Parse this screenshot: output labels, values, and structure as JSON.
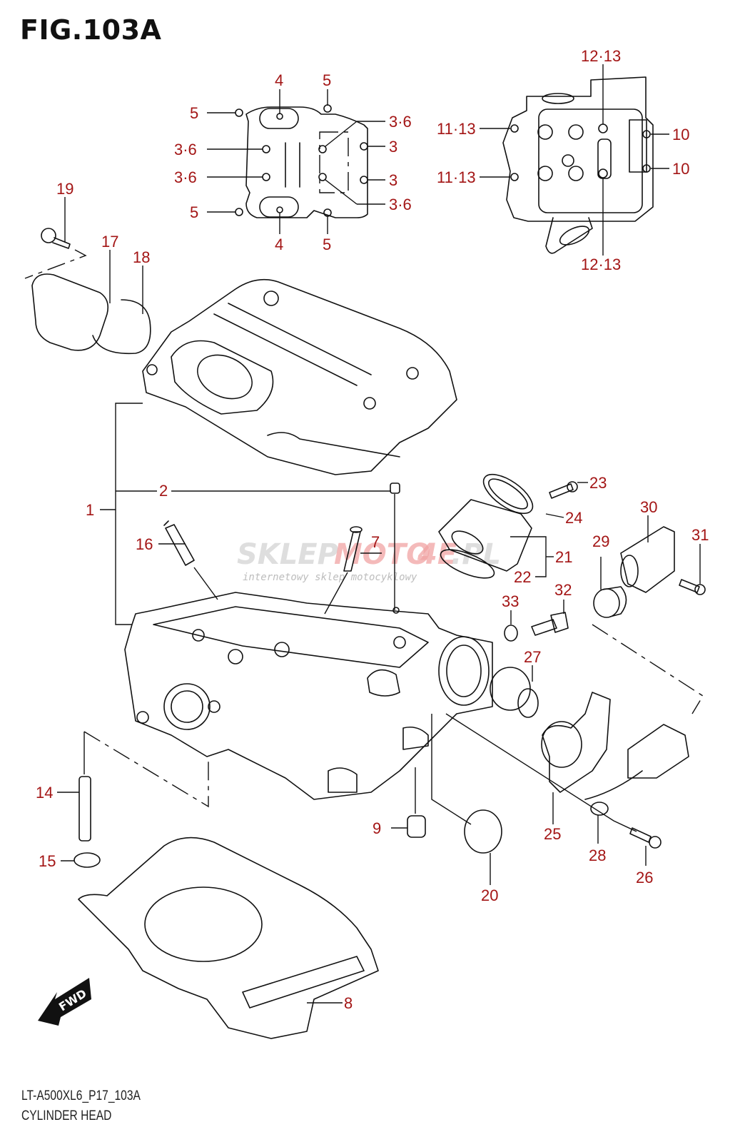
{
  "figure": {
    "title": "FIG.103A",
    "code": "LT-A500XL6_P17_103A",
    "name": "CYLINDER HEAD",
    "fwd_label": "FWD",
    "watermark": {
      "brand_a": "SKLEP",
      "brand_b": "MOTO",
      "brand_c": "4E",
      "brand_d": ".PL",
      "tagline": "internetowy sklep motocyklowy"
    },
    "label_color": "#a31515"
  },
  "callouts": {
    "c1": "1",
    "c2": "2",
    "c7": "7",
    "c8": "8",
    "c9": "9",
    "c14": "14",
    "c15": "15",
    "c16": "16",
    "c17": "17",
    "c18": "18",
    "c19": "19",
    "c20": "20",
    "c21": "21",
    "c22": "22",
    "c23": "23",
    "c24": "24",
    "c25": "25",
    "c26": "26",
    "c27": "27",
    "c28": "28",
    "c29": "29",
    "c30": "30",
    "c31": "31",
    "c32": "32",
    "c33": "33"
  },
  "inset_top": {
    "labels": [
      {
        "id": "4-top",
        "text": "4"
      },
      {
        "id": "5-top",
        "text": "5"
      },
      {
        "id": "5-left-top",
        "text": "5"
      },
      {
        "id": "36-right-top",
        "text": "3·6"
      },
      {
        "id": "36-left-1",
        "text": "3·6"
      },
      {
        "id": "3-right-1",
        "text": "3"
      },
      {
        "id": "36-left-2",
        "text": "3·6"
      },
      {
        "id": "3-right-2",
        "text": "3"
      },
      {
        "id": "5-left-bottom",
        "text": "5"
      },
      {
        "id": "36-right-bottom",
        "text": "3·6"
      },
      {
        "id": "4-bottom",
        "text": "4"
      },
      {
        "id": "5-bottom",
        "text": "5"
      }
    ]
  },
  "inset_head": {
    "labels": [
      {
        "id": "1213-top",
        "text": "12·13"
      },
      {
        "id": "1113-top",
        "text": "11·13"
      },
      {
        "id": "10-top",
        "text": "10"
      },
      {
        "id": "1113-bottom",
        "text": "11·13"
      },
      {
        "id": "10-bottom",
        "text": "10"
      },
      {
        "id": "1213-bottom",
        "text": "12·13"
      }
    ]
  }
}
